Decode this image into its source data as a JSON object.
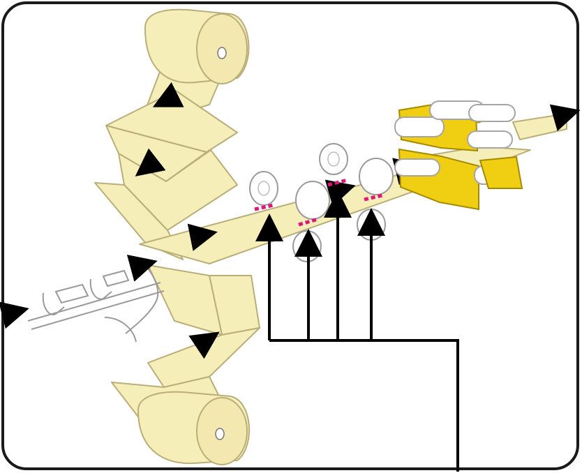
{
  "diagram": {
    "colors": {
      "frame_stroke": "#1a1a1a",
      "paper_fill": "#f6eeb9",
      "paper_stroke": "#b9ae78",
      "roll_end_fill": "#f3e9b0",
      "yellow_part": "#f0cf13",
      "yellow_stroke": "#a58a00",
      "roller_fill": "#ffffff",
      "roller_stroke": "#9a9a9a",
      "seal_mark": "#e0157a",
      "arrow": "#000000",
      "conveyor_stroke": "#9a9a9a"
    },
    "components": {
      "paper_rolls": [
        "upper-supply-roll",
        "lower-supply-roll"
      ],
      "seal_rollers": 6,
      "seal_lines": 4,
      "pointer_arrows": 4,
      "yellow_forming_units": 3
    }
  }
}
